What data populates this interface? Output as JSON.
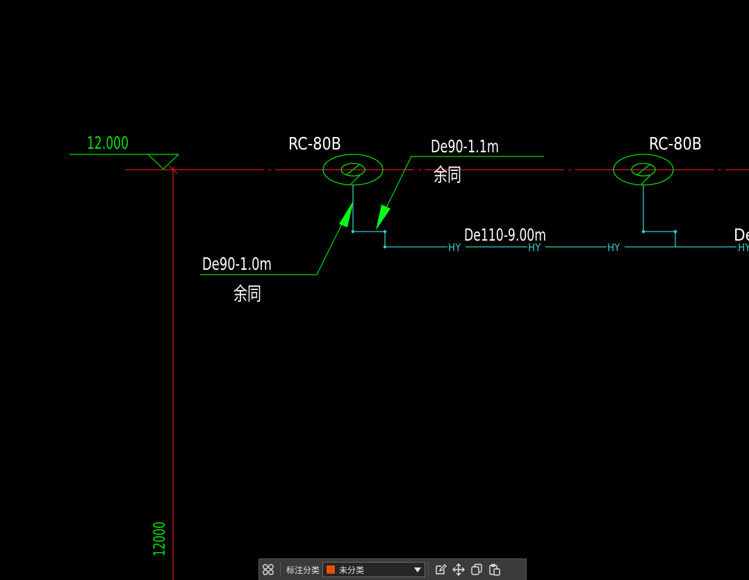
{
  "colors": {
    "background": "#000000",
    "axis_red": "#e01a1a",
    "annotation_green": "#00e000",
    "arrow_green": "#00ff1a",
    "pipe_cyan": "#33cccc",
    "toolbar_bg": "#3b3b3b",
    "category_swatch": "#e8500a"
  },
  "drawing": {
    "elevation_label": "12.000",
    "dimension_label": "12000",
    "drain_1_label": "RC-80B",
    "drain_2_label": "RC-80B",
    "leader_1": {
      "line1": "De90-1.0m",
      "line2": "余同"
    },
    "leader_2": {
      "line1": "De90-1.1m",
      "line2": "余同"
    },
    "pipe_label": "De110-9.00m",
    "pipe_label_clipped": "De",
    "pipe_tag": "HY"
  },
  "toolbar": {
    "grid_icon": "grid-icon",
    "category_label": "标注分类",
    "category_value": "未分类",
    "edit_icon": "edit-icon",
    "move_icon": "move-icon",
    "copy_icon": "copy-icon",
    "paste_icon": "paste-icon"
  }
}
